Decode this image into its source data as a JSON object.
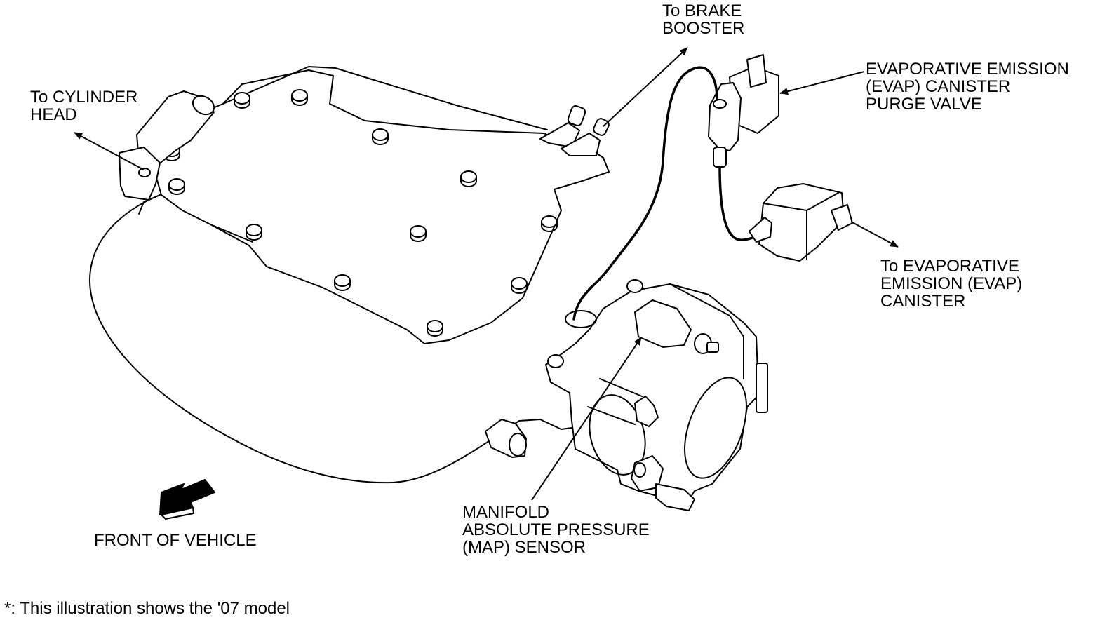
{
  "labels": {
    "cylinder_head": [
      "To CYLINDER",
      "HEAD"
    ],
    "brake_booster": [
      "To BRAKE",
      "BOOSTER"
    ],
    "evap_purge_valve": [
      "EVAPORATIVE EMISSION",
      "(EVAP) CANISTER",
      "PURGE VALVE"
    ],
    "evap_canister": [
      "To EVAPORATIVE",
      "EMISSION (EVAP)",
      "CANISTER"
    ],
    "map_sensor": [
      "MANIFOLD",
      "ABSOLUTE PRESSURE",
      "(MAP) SENSOR"
    ],
    "front_of_vehicle": "FRONT OF VEHICLE"
  },
  "footnote": "*: This illustration shows the '07 model"
}
